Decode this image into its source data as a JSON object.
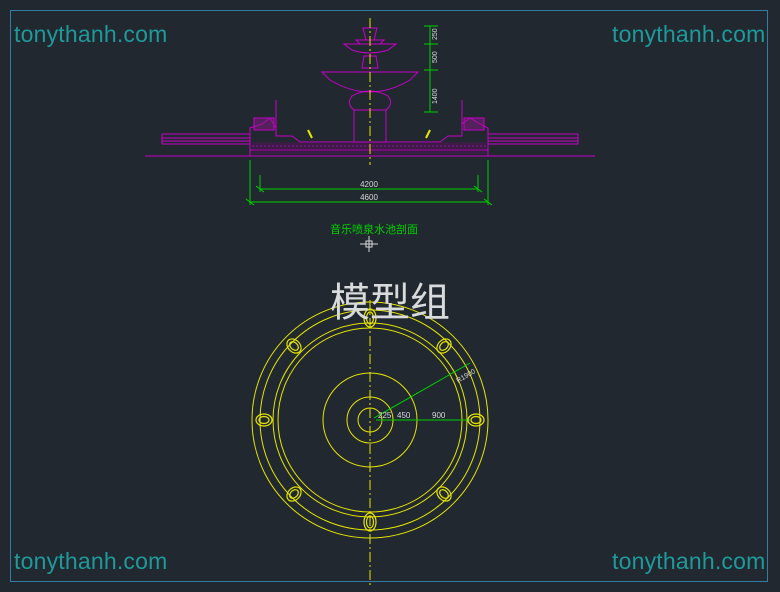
{
  "watermarks": [
    "tonythanh.com",
    "tonythanh.com",
    "tonythanh.com",
    "tonythanh.com"
  ],
  "section_title": "音乐喷泉水池剖面",
  "center_caption": "模型组",
  "section_dimensions": {
    "top_heights": [
      "250",
      "500",
      "1400"
    ],
    "widths": [
      "4200",
      "4600"
    ]
  },
  "plan_dimensions": {
    "radius_label": "R1900",
    "radii": [
      "225",
      "450",
      "900"
    ]
  },
  "colors": {
    "background": "#212830",
    "magenta": "#c800c8",
    "yellow": "#e6e600",
    "green": "#00d000",
    "watermark": "#1f9a9a"
  }
}
